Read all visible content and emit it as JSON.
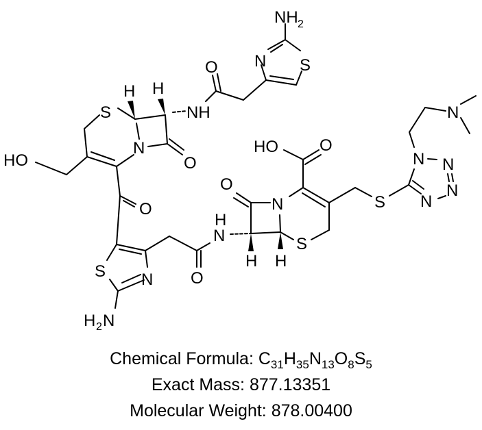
{
  "diagram": {
    "type": "chemical-structure",
    "atom_labels": {
      "nh2_top": "NH",
      "nh2_top_sub": "2",
      "thiazole_top_n": "N",
      "thiazole_top_s": "S",
      "amide_top_o": "O",
      "amide_top_nh": "NH",
      "ceph1_h1": "H",
      "ceph1_h2": "H",
      "ceph1_s": "S",
      "ceph1_n": "N",
      "ceph1_lactam_o": "O",
      "ho_left": "HO",
      "ketone_o": "O",
      "thiazole_bottom_s": "S",
      "thiazole_bottom_n": "N",
      "nh2_bottom_h": "H",
      "nh2_bottom_sub": "2",
      "nh2_bottom_n": "N",
      "amide_bottom_o": "O",
      "amide_bottom_h": "H",
      "amide_bottom_n": "N",
      "ceph2_lactam_o": "O",
      "ceph2_n": "N",
      "ceph2_s": "S",
      "ceph2_h1": "H",
      "ceph2_h2": "H",
      "acid_ho": "HO",
      "acid_o": "O",
      "thioether_s": "S",
      "tetrazole_n1": "N",
      "tetrazole_n2": "N",
      "tetrazole_n3": "N",
      "tetrazole_n4": "N",
      "dimethylamino_n": "N"
    }
  },
  "caption": {
    "formula_label": "Chemical Formula: ",
    "formula_parts": [
      {
        "el": "C",
        "n": "31"
      },
      {
        "el": "H",
        "n": "35"
      },
      {
        "el": "N",
        "n": "13"
      },
      {
        "el": "O",
        "n": "8"
      },
      {
        "el": "S",
        "n": "5"
      }
    ],
    "exact_mass": "Exact Mass: 877.13351",
    "molecular_weight": "Molecular Weight: 878.00400"
  }
}
